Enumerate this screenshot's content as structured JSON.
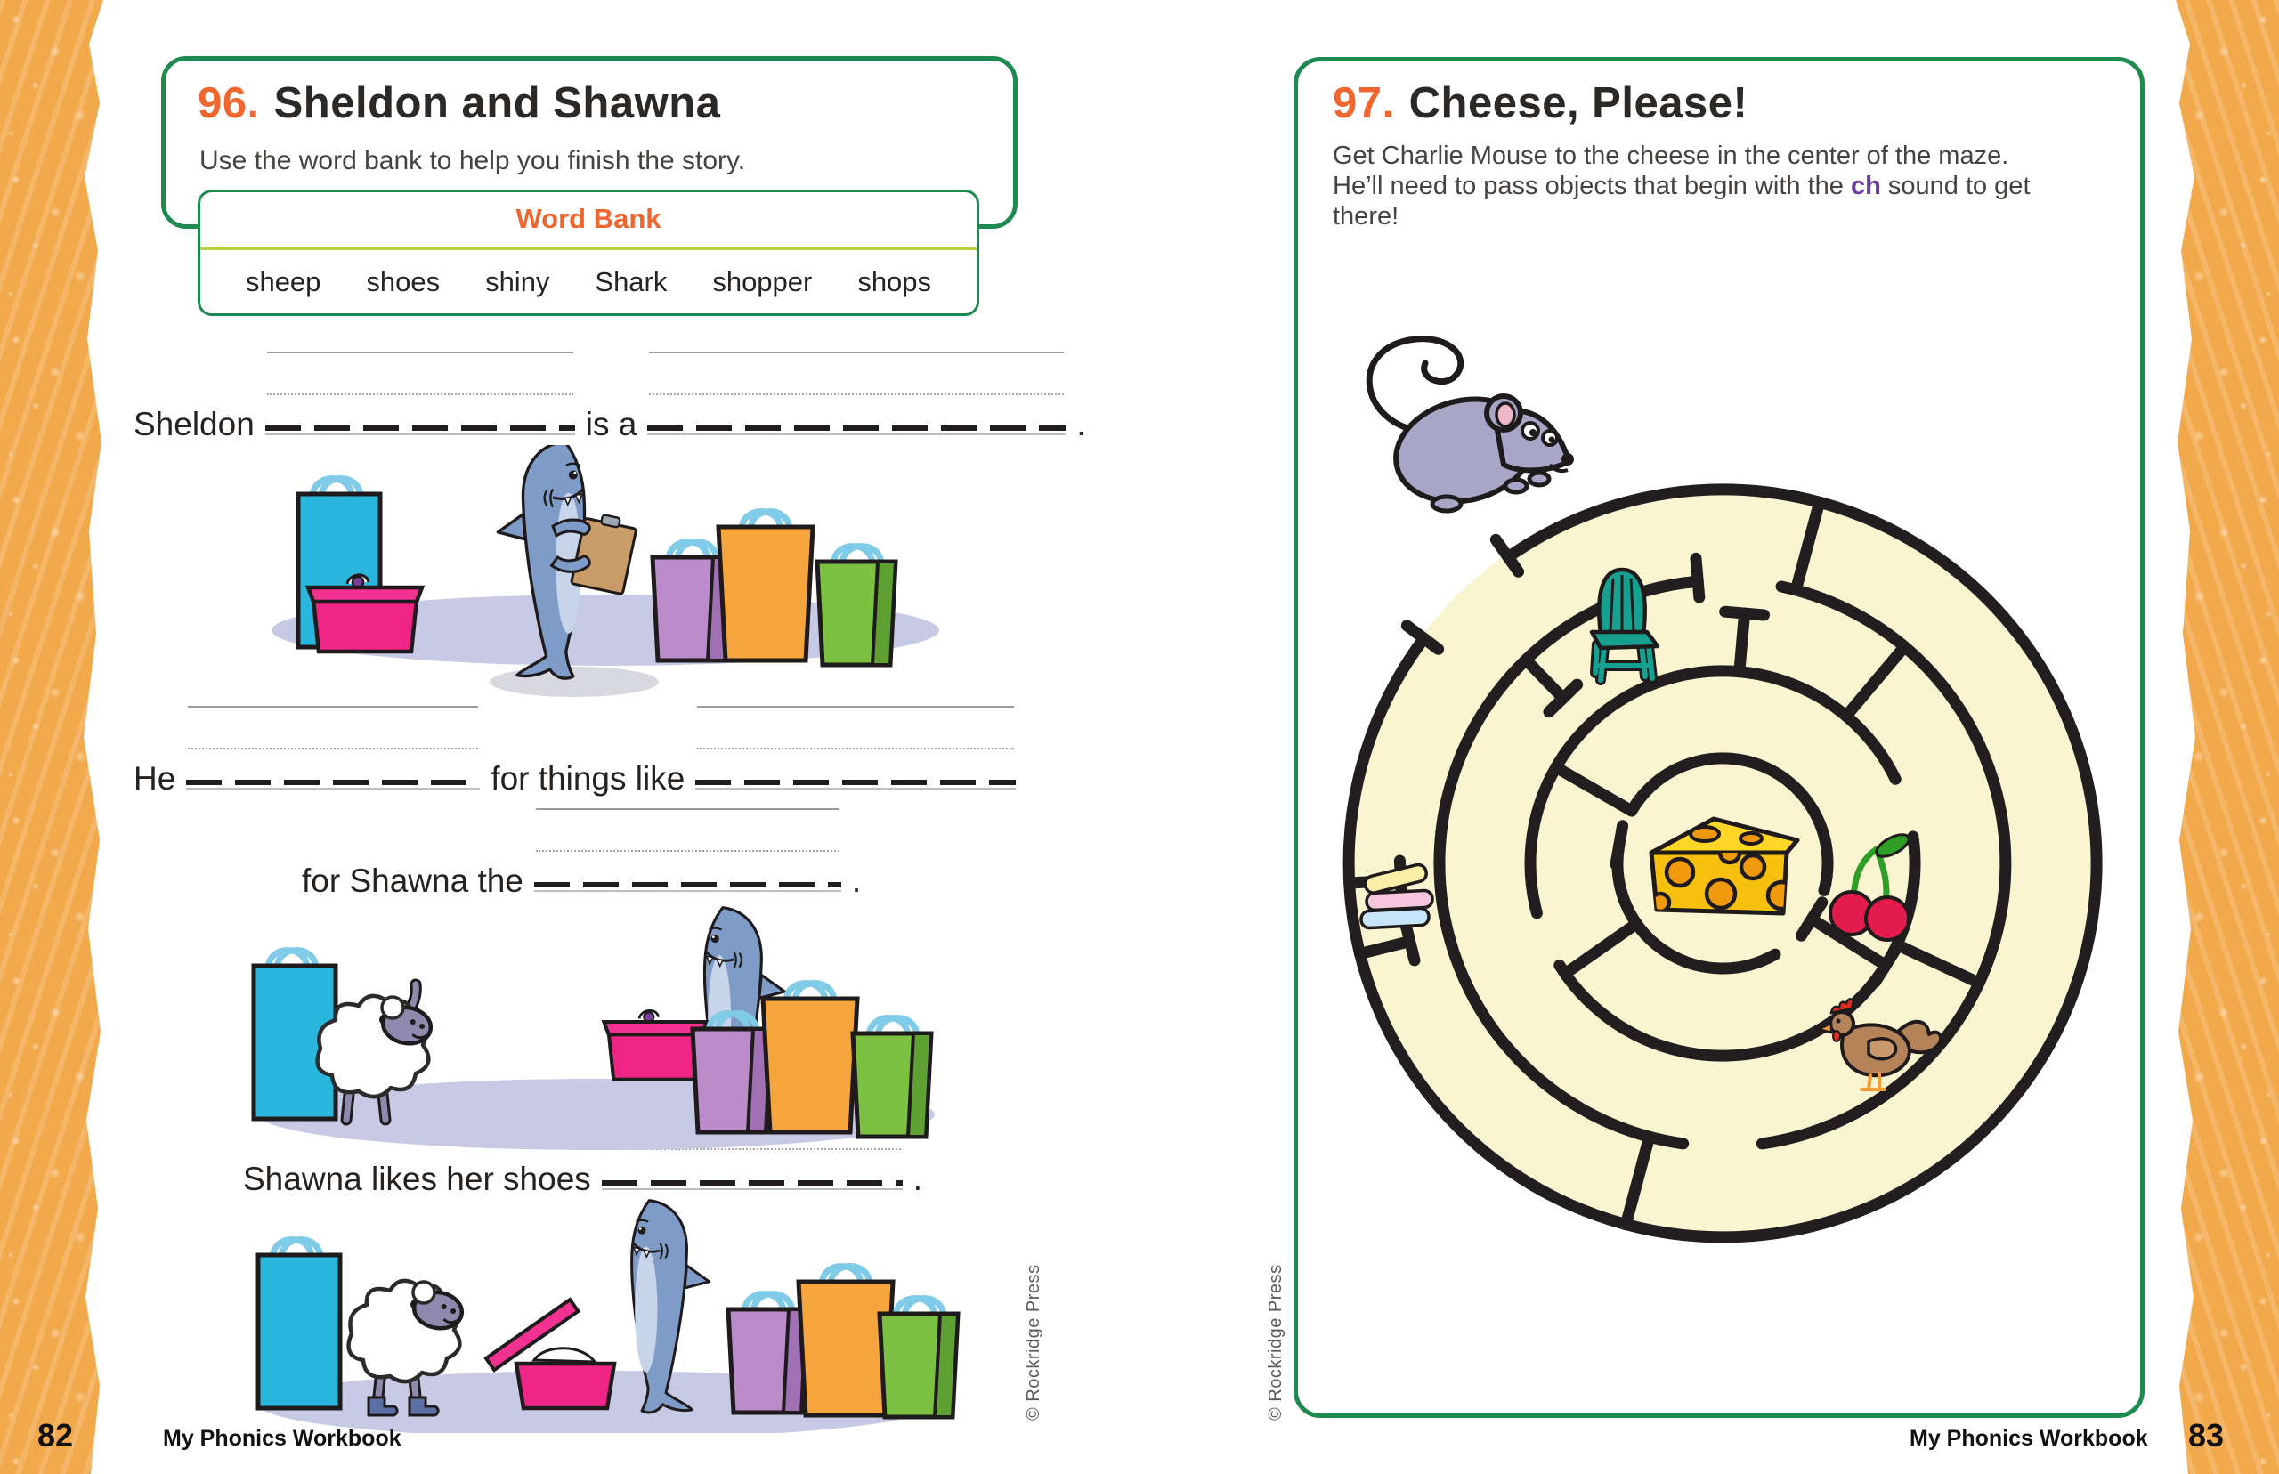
{
  "palette": {
    "accent_orange": "#F0662F",
    "border_green": "#1D8A50",
    "divider_green": "#BCCF3A",
    "ch_purple": "#6B3E98",
    "crayon_border_orange": "#F2A94C",
    "maze_cream": "#FAF5D0",
    "maze_wall": "#221E1F",
    "shark_blue": "#7E9CC7",
    "chair_teal": "#17A090",
    "cheese_yellow": "#F7BF0E"
  },
  "page_left": {
    "number": "96.",
    "title": "Sheldon and Shawna",
    "instruction": "Use the word bank to help you finish the story.",
    "word_bank": {
      "title": "Word Bank",
      "words": [
        "sheep",
        "shoes",
        "shiny",
        "Shark",
        "shopper",
        "shops"
      ]
    },
    "sentences": {
      "s1_before": "Sheldon",
      "s1_middle": "is a",
      "s1_end": ".",
      "s2_before": "He",
      "s2_middle": "for things like",
      "s3_before": "for Shawna the",
      "s3_end": ".",
      "s4_before": "Shawna likes her shoes",
      "s4_end": "."
    },
    "footer": {
      "page_number": "82",
      "book_title": "My Phonics Workbook"
    },
    "credit": "© Rockridge Press"
  },
  "page_right": {
    "number": "97.",
    "title": "Cheese, Please!",
    "instruction_part1": "Get Charlie Mouse to the cheese in the center of the maze. He’ll need to pass objects that begin with the ",
    "instruction_ch": "ch",
    "instruction_part2": " sound to get there!",
    "maze_items": [
      "mouse",
      "chair",
      "chalk",
      "cheese",
      "cherries",
      "chicken"
    ],
    "footer": {
      "page_number": "83",
      "book_title": "My Phonics Workbook"
    },
    "credit": "© Rockridge Press"
  }
}
